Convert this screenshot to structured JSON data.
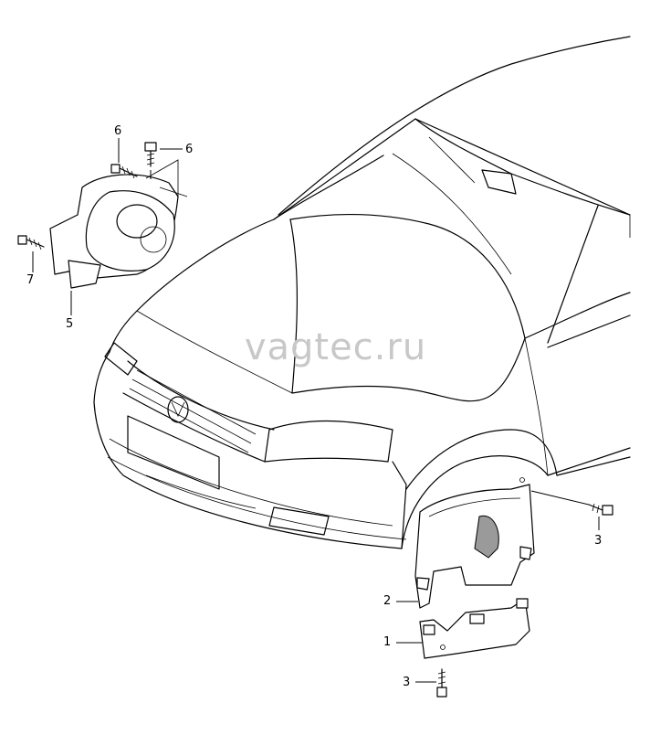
{
  "watermark": "vagtec.ru",
  "callouts": [
    {
      "id": "c1",
      "number": "1"
    },
    {
      "id": "c2",
      "number": "2"
    },
    {
      "id": "c3a",
      "number": "3"
    },
    {
      "id": "c3b",
      "number": "3"
    },
    {
      "id": "c5",
      "number": "5"
    },
    {
      "id": "c6a",
      "number": "6"
    },
    {
      "id": "c6b",
      "number": "6"
    },
    {
      "id": "c7",
      "number": "7"
    }
  ]
}
